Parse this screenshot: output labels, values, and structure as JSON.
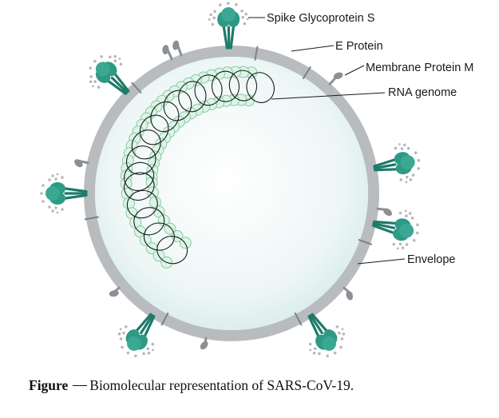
{
  "diagram": {
    "labels": {
      "spike": "Spike Glycoprotein S",
      "e_protein": "E Protein",
      "membrane": "Membrane Protein M",
      "rna": "RNA genome",
      "envelope": "Envelope"
    }
  },
  "caption": {
    "figure_word": "Figure",
    "text": "Biomolecular representation of SARS-CoV-19."
  },
  "colors": {
    "envelope_ring": "#b9bcbf",
    "interior": "#e2f1f0",
    "spike": "#2e9a86",
    "spike_dark": "#1f7a6a",
    "membrane_protein": "#8c9094",
    "nucleocapsid_fill": "#dcf5e6",
    "nucleocapsid_stroke": "#8bc8a6",
    "rna_line": "#1c1c1c"
  }
}
